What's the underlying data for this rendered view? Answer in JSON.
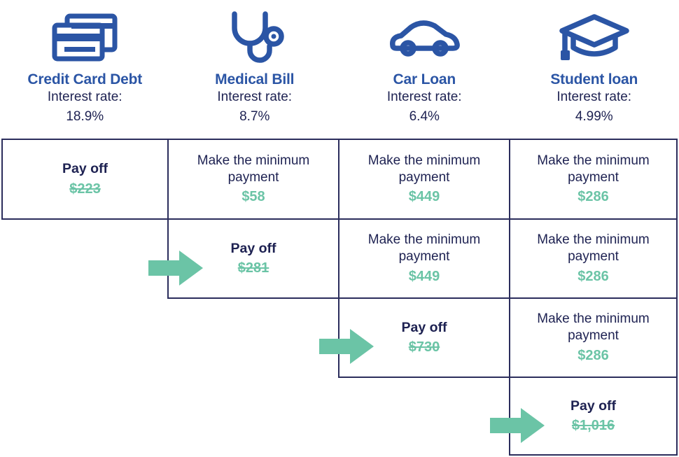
{
  "colors": {
    "heading_blue": "#2B55A5",
    "body_navy": "#1E2252",
    "border_navy": "#2B2D5C",
    "accent_green": "#6BC4A6"
  },
  "debts": [
    {
      "name": "Credit Card Debt",
      "interest_label": "Interest rate:",
      "interest_rate": "18.9%",
      "icon": "credit-card-icon"
    },
    {
      "name": "Medical Bill",
      "interest_label": "Interest rate:",
      "interest_rate": "8.7%",
      "icon": "stethoscope-icon"
    },
    {
      "name": "Car Loan",
      "interest_label": "Interest rate:",
      "interest_rate": "6.4%",
      "icon": "car-icon"
    },
    {
      "name": "Student loan",
      "interest_label": "Interest rate:",
      "interest_rate": "4.99%",
      "icon": "graduation-cap-icon"
    }
  ],
  "labels": {
    "pay_off": "Pay off",
    "minimum": "Make the minimum payment"
  },
  "rows": [
    {
      "cells": [
        {
          "type": "payoff",
          "label": "Pay off",
          "amount": "$223",
          "struck": true
        },
        {
          "type": "minimum",
          "label": "Make the minimum payment",
          "amount": "$58",
          "struck": false
        },
        {
          "type": "minimum",
          "label": "Make the minimum payment",
          "amount": "$449",
          "struck": false
        },
        {
          "type": "minimum",
          "label": "Make the minimum payment",
          "amount": "$286",
          "struck": false
        }
      ]
    },
    {
      "cells": [
        {
          "type": "empty"
        },
        {
          "type": "payoff",
          "label": "Pay off",
          "amount": "$281",
          "struck": true
        },
        {
          "type": "minimum",
          "label": "Make the minimum payment",
          "amount": "$449",
          "struck": false
        },
        {
          "type": "minimum",
          "label": "Make the minimum payment",
          "amount": "$286",
          "struck": false
        }
      ]
    },
    {
      "cells": [
        {
          "type": "empty"
        },
        {
          "type": "empty"
        },
        {
          "type": "payoff",
          "label": "Pay off",
          "amount": "$730",
          "struck": true
        },
        {
          "type": "minimum",
          "label": "Make the minimum payment",
          "amount": "$286",
          "struck": false
        }
      ]
    },
    {
      "cells": [
        {
          "type": "empty"
        },
        {
          "type": "empty"
        },
        {
          "type": "empty"
        },
        {
          "type": "payoff",
          "label": "Pay off",
          "amount": "$1,016",
          "struck": true
        }
      ]
    }
  ],
  "arrows": [
    {
      "name": "arrow-to-medical-payoff",
      "row": 1
    },
    {
      "name": "arrow-to-car-payoff",
      "row": 2
    },
    {
      "name": "arrow-to-student-payoff",
      "row": 3
    }
  ]
}
